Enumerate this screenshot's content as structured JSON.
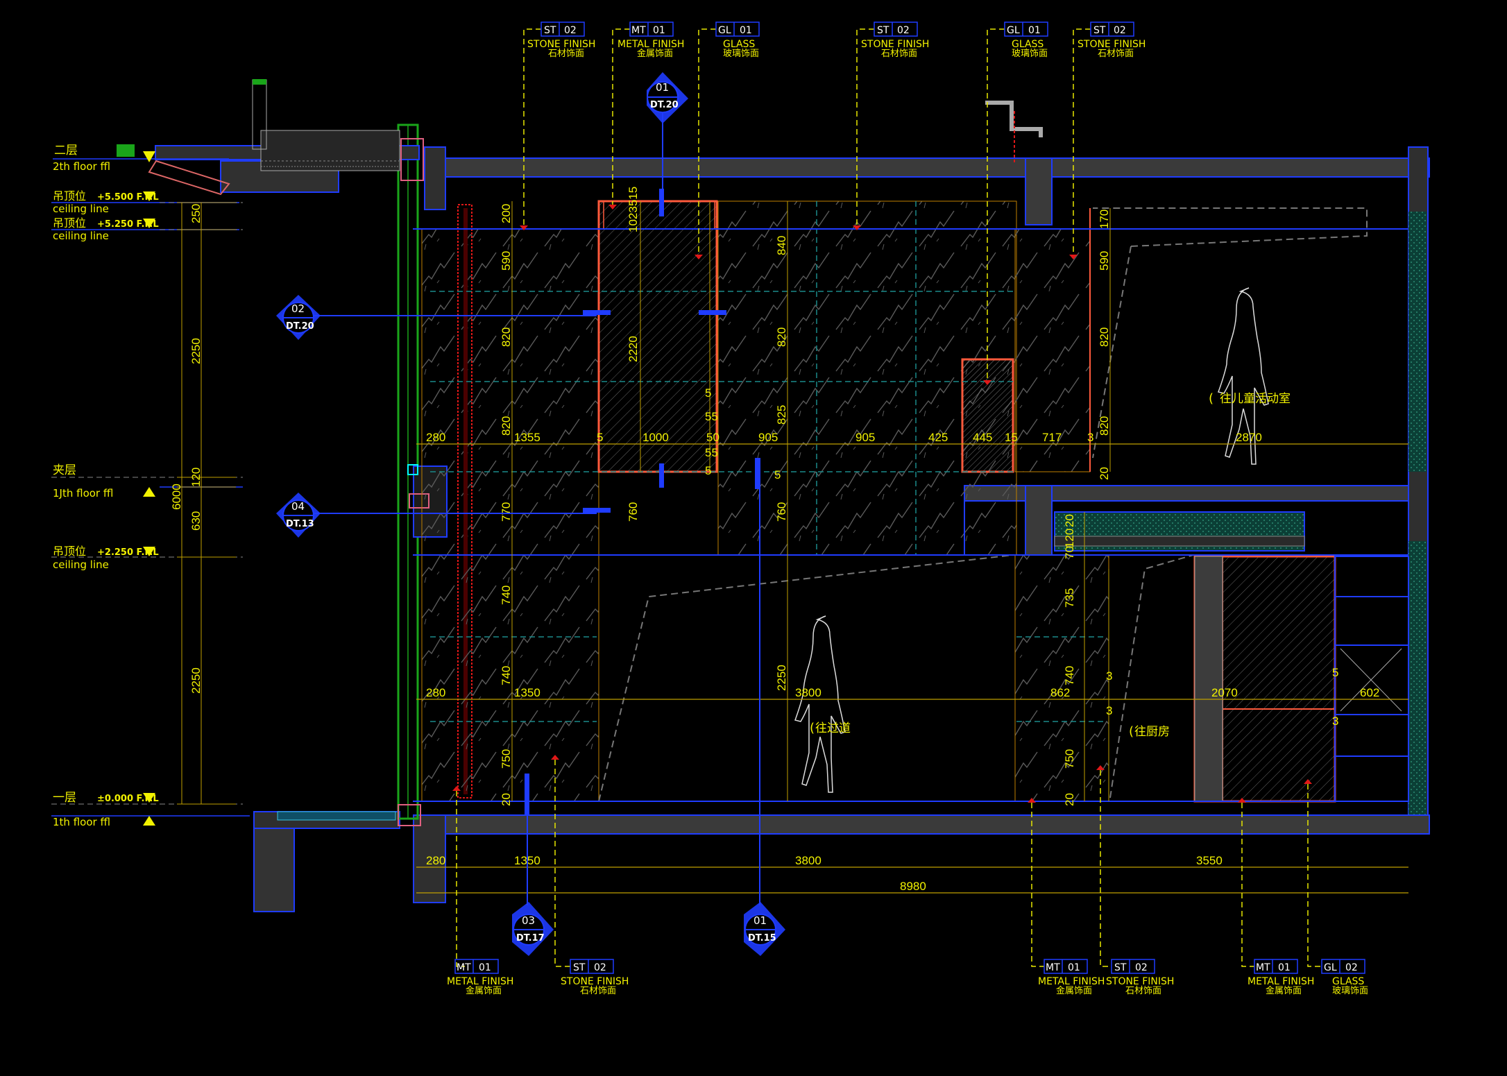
{
  "levels": {
    "second_floor": {
      "cn": "二层",
      "en": "2th floor ffl"
    },
    "ceiling_a": {
      "cn": "吊顶位",
      "value": "+5.500 F.F.L",
      "en": "ceiling line"
    },
    "ceiling_b": {
      "cn": "吊顶位",
      "value": "+5.250 F.F.L",
      "en": "ceiling line"
    },
    "mezzanine": {
      "cn": "夹层",
      "en": "1Jth floor ffl"
    },
    "ceiling_c": {
      "cn": "吊顶位",
      "value": "+2.250 F.F.L",
      "en": "ceiling line"
    },
    "first_floor": {
      "cn": "一层",
      "value": "±0.000 F.F.L",
      "en": "1th floor ffl"
    }
  },
  "tags_top": [
    {
      "code": "ST",
      "num": "02",
      "en": "STONE FINISH",
      "cn": "石材饰面"
    },
    {
      "code": "MT",
      "num": "01",
      "en": "METAL FINISH",
      "cn": "金属饰面"
    },
    {
      "code": "GL",
      "num": "01",
      "en": "GLASS",
      "cn": "玻璃饰面"
    },
    {
      "code": "ST",
      "num": "02",
      "en": "STONE FINISH",
      "cn": "石材饰面"
    },
    {
      "code": "GL",
      "num": "01",
      "en": "GLASS",
      "cn": "玻璃饰面"
    },
    {
      "code": "ST",
      "num": "02",
      "en": "STONE FINISH",
      "cn": "石材饰面"
    }
  ],
  "tags_bottom": [
    {
      "code": "MT",
      "num": "01",
      "en": "METAL FINISH",
      "cn": "金属饰面"
    },
    {
      "code": "ST",
      "num": "02",
      "en": "STONE FINISH",
      "cn": "石材饰面"
    },
    {
      "code": "MT",
      "num": "01",
      "en": "METAL FINISH",
      "cn": "金属饰面"
    },
    {
      "code": "ST",
      "num": "02",
      "en": "STONE FINISH",
      "cn": "石材饰面"
    },
    {
      "code": "MT",
      "num": "01",
      "en": "METAL FINISH",
      "cn": "金属饰面"
    },
    {
      "code": "GL",
      "num": "02",
      "en": "GLASS",
      "cn": "玻璃饰面"
    }
  ],
  "callouts": [
    {
      "num": "01",
      "ref": "DT.20"
    },
    {
      "num": "02",
      "ref": "DT.20"
    },
    {
      "num": "04",
      "ref": "DT.13"
    },
    {
      "num": "03",
      "ref": "DT.17"
    },
    {
      "num": "01",
      "ref": "DT.15"
    }
  ],
  "rooms": {
    "upper": "往儿童活动室",
    "corridor": "往过道",
    "kitchen": "往厨房"
  },
  "dims": {
    "left_total": "6000",
    "left_a": "250",
    "left_b": "2250",
    "left_c": "120",
    "left_d": "630",
    "left_e": "2250",
    "upper_row": [
      "280",
      "1355",
      "5",
      "1000",
      "50",
      "905",
      "905",
      "425",
      "445",
      "15",
      "717",
      "3",
      "2870"
    ],
    "lower_row": [
      "280",
      "1350",
      "3800",
      "862",
      "2070",
      "602"
    ],
    "bottom_row": [
      "280",
      "1350",
      "3800",
      "3550"
    ],
    "bottom_total": "8980",
    "v1": [
      "200",
      "590",
      "820",
      "820",
      "770",
      "740",
      "740",
      "750",
      "20"
    ],
    "v2": [
      "1023515",
      "2220",
      "5",
      "55",
      "55",
      "5"
    ],
    "v3": [
      "840",
      "820",
      "825",
      "5",
      "760",
      "2250"
    ],
    "v4": [
      "170",
      "590",
      "820",
      "820",
      "20"
    ],
    "v5": [
      "20",
      "120",
      "70",
      "735",
      "740",
      "750",
      "20"
    ],
    "v_misc": [
      "760",
      "3",
      "3",
      "5",
      "3"
    ]
  }
}
